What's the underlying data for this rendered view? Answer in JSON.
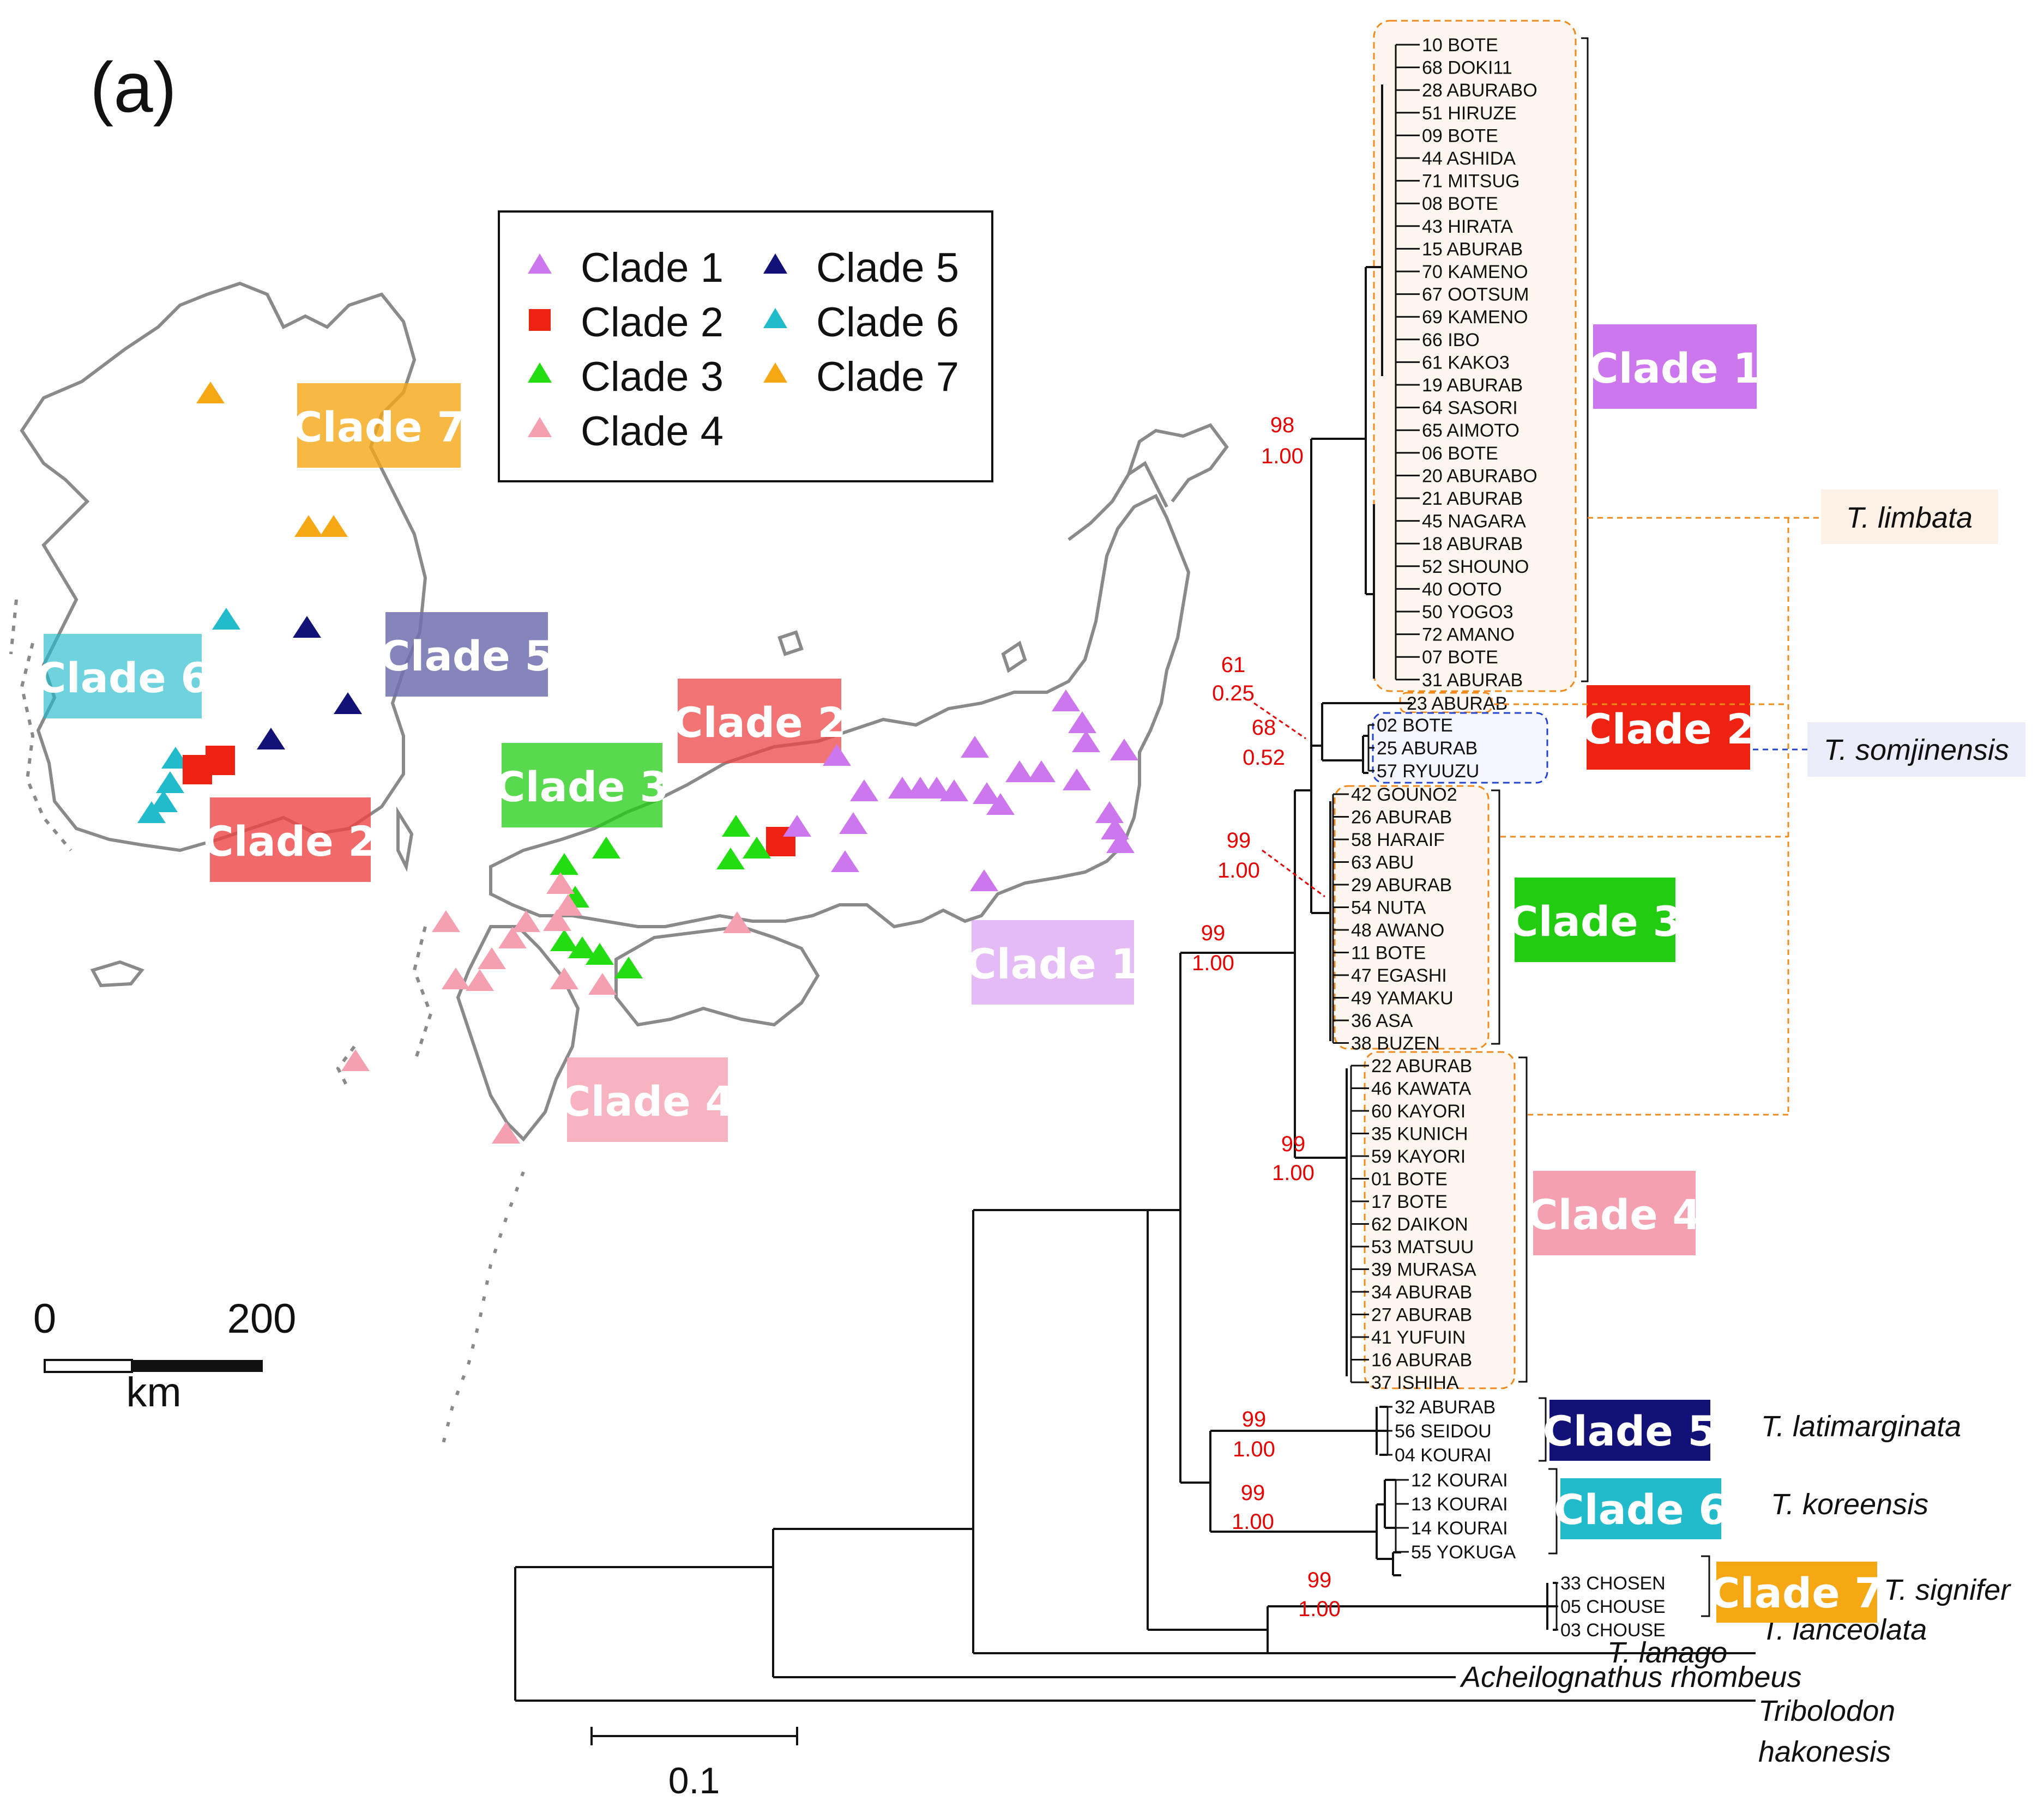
{
  "panel_label": "(a)",
  "colors": {
    "clade1": "#cc77ee",
    "clade2": "#ee2211",
    "clade3": "#22dd11",
    "clade4": "#f5a0b0",
    "clade5": "#111177",
    "clade6": "#22bbcc",
    "clade7": "#f5a814",
    "box_fill": "#fdf6ee",
    "box_stroke_orange": "#f08a1c",
    "box_stroke_blue": "#2244cc",
    "support": "#e60000"
  },
  "legend": {
    "items": [
      {
        "label": "Clade 1",
        "marker": "triangle",
        "color": "#cc77ee"
      },
      {
        "label": "Clade 2",
        "marker": "square",
        "color": "#ee2211"
      },
      {
        "label": "Clade 3",
        "marker": "triangle",
        "color": "#22dd11"
      },
      {
        "label": "Clade 4",
        "marker": "triangle",
        "color": "#f5a0b0"
      },
      {
        "label": "Clade 5",
        "marker": "triangle",
        "color": "#111177"
      },
      {
        "label": "Clade 6",
        "marker": "triangle",
        "color": "#22bbcc"
      },
      {
        "label": "Clade 7",
        "marker": "triangle",
        "color": "#f5a814"
      }
    ]
  },
  "map": {
    "region_labels": [
      "Clade 7",
      "Clade 6",
      "Clade 5",
      "Clade 2",
      "Clade 3",
      "Clade 2",
      "Clade 1",
      "Clade 4"
    ],
    "scale_start": "0",
    "scale_end": "200",
    "scale_unit": "km"
  },
  "tree": {
    "tips": [
      "10 BOTE",
      "68 DOKI11",
      "28 ABURABO",
      "51 HIRUZE",
      "09 BOTE",
      "44 ASHIDA",
      "71 MITSUG",
      "08 BOTE",
      "43 HIRATA",
      "15 ABURAB",
      "70 KAMENO",
      "67 OOTSUM",
      "69 KAMENO",
      "66 IBO",
      "61 KAKO3",
      "19 ABURAB",
      "64 SASORI",
      "65 AIMOTO",
      "06 BOTE",
      "20 ABURABO",
      "21 ABURAB",
      "45 NAGARA",
      "18 ABURAB",
      "52 SHOUNO",
      "40 OOTO",
      "50 YOGO3",
      "72 AMANO",
      "07 BOTE",
      "31 ABURAB",
      "23 ABURAB",
      "02 BOTE",
      "25 ABURAB",
      "57 RYUUZU",
      "42 GOUNO2",
      "26 ABURAB",
      "58 HARAIF",
      "63 ABU",
      "29 ABURAB",
      "54 NUTA",
      "48 AWANO",
      "11 BOTE",
      "47 EGASHI",
      "49 YAMAKU",
      "36 ASA",
      "38 BUZEN",
      "22 ABURAB",
      "46 KAWATA",
      "60 KAYORI",
      "35 KUNICH",
      "59 KAYORI",
      "01 BOTE",
      "17 BOTE",
      "62 DAIKON",
      "53 MATSUU",
      "39 MURASA",
      "34 ABURAB",
      "27 ABURAB",
      "41 YUFUIN",
      "16 ABURAB",
      "37 ISHIHA",
      "32 ABURAB",
      "56 SEIDOU",
      "04 KOURAI",
      "12 KOURAI",
      "13 KOURAI",
      "14 KOURAI",
      "55 YOKUGA",
      "33 CHOSEN",
      "05 CHOUSE",
      "03 CHOUSE"
    ],
    "outgroups": [
      "T. lanceolata",
      "T. lanago",
      "Acheilognathus rhombeus",
      "Tribolodon",
      "hakonesis"
    ],
    "supports": [
      {
        "bs": "98",
        "pp": "1.00"
      },
      {
        "bs": "61",
        "pp": "0.25"
      },
      {
        "bs": "68",
        "pp": "0.52"
      },
      {
        "bs": "99",
        "pp": "1.00"
      },
      {
        "bs": "99",
        "pp": "1.00"
      },
      {
        "bs": "99",
        "pp": "1.00"
      },
      {
        "bs": "99",
        "pp": "1.00"
      },
      {
        "bs": "99",
        "pp": "1.00"
      },
      {
        "bs": "99",
        "pp": "1.00"
      }
    ],
    "clade_labels": [
      "Clade 1",
      "Clade 2",
      "Clade 3",
      "Clade 4",
      "Clade 5",
      "Clade 6",
      "Clade 7"
    ],
    "species": [
      "T. limbata",
      "T. somjinensis",
      "T. latimarginata",
      "T. koreensis",
      "T. signifer"
    ],
    "scale_bar_label": "0.1"
  }
}
